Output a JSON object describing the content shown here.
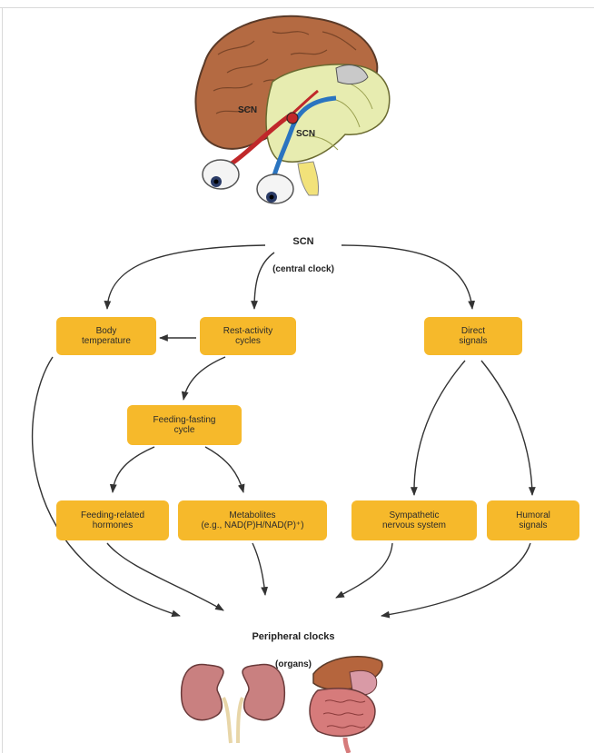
{
  "illustration": {
    "brain": {
      "scn_label_left": "SCN",
      "scn_label_right": "SCN"
    }
  },
  "central": {
    "title": "SCN",
    "subtitle": "(central clock)"
  },
  "boxes": {
    "body_temperature": "Body\ntemperature",
    "rest_activity": "Rest-activity\ncycles",
    "direct_signals": "Direct\nsignals",
    "feeding_fasting": "Feeding-fasting\ncycle",
    "feeding_hormones": "Feeding-related\nhormones",
    "metabolites": "Metabolites\n(e.g., NAD(P)H/NAD(P)⁺)",
    "sympathetic": "Sympathetic\nnervous system",
    "humoral": "Humoral\nsignals"
  },
  "peripheral": {
    "title": "Peripheral clocks",
    "subtitle": "(organs)"
  },
  "colors": {
    "box": "#f6b92b",
    "arrow": "#333333",
    "brain": "#b5653d",
    "kidney": "#c47e7e"
  }
}
